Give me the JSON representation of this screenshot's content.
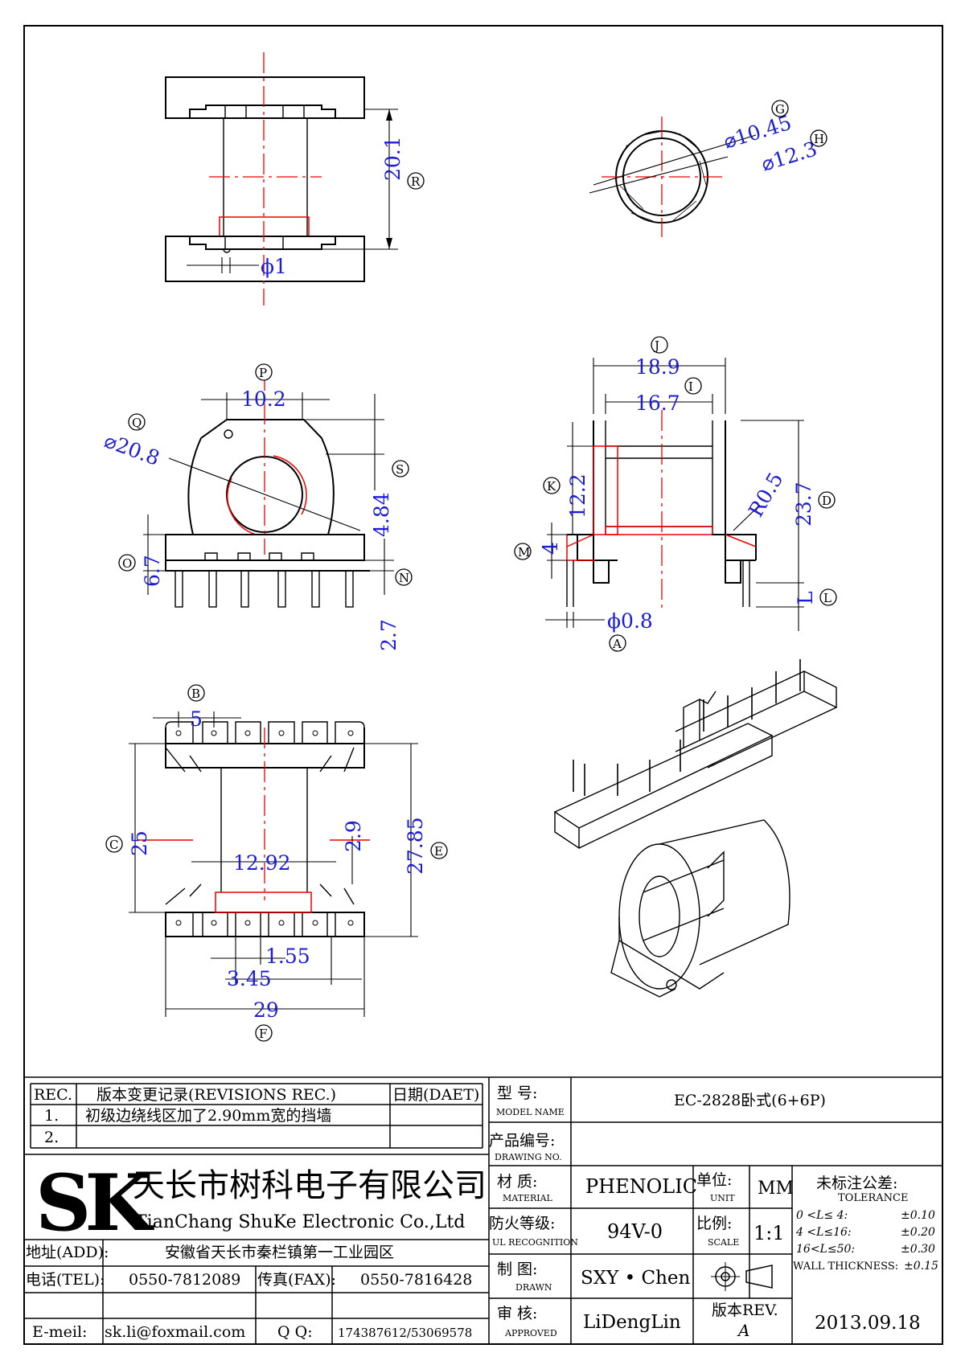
{
  "dims": {
    "top_height": "20.1",
    "pin_hole": "ϕ1",
    "inner_dia": "⌀10.45",
    "outer_dia": "⌀12.3",
    "width_p": "10.2",
    "dia_q": "⌀20.8",
    "s_val": "4.84",
    "o_val": "6.7",
    "pin_len": "2.7",
    "j_val": "18.9",
    "i_val": "16.7",
    "k_val": "12.2",
    "m_val": "4",
    "radius": "R0.5",
    "d_val": "23.7",
    "l_val": "L",
    "pin_dia": "ϕ0.8",
    "b_val": "5",
    "c_val": "25",
    "slot_w": "2.9",
    "inner_w": "12.92",
    "e_val": "27.85",
    "pitch_small": "1.55",
    "pitch": "3.45",
    "total_w": "29"
  },
  "callouts": [
    "R",
    "G",
    "H",
    "P",
    "Q",
    "S",
    "O",
    "N",
    "J",
    "I",
    "K",
    "M",
    "D",
    "L",
    "A",
    "B",
    "C",
    "E",
    "F"
  ],
  "revisions": {
    "h_rec": "REC.",
    "h_desc": "版本变更记录(REVISIONS REC.)",
    "h_date": "日期(DAET)",
    "r1_no": "1.",
    "r1_desc": "初级边绕线区加了2.90mm宽的挡墙",
    "r2_no": "2."
  },
  "company": {
    "logo": "SK",
    "name_cn": "天长市树科电子有限公司",
    "name_en": "TianChang ShuKe Electronic Co.,Ltd",
    "addr_label": "地址(ADD):",
    "addr": "安徽省天长市秦栏镇第一工业园区",
    "tel_label": "电话(TEL):",
    "tel": "0550-7812089",
    "fax_label": "传真(FAX):",
    "fax": "0550-7816428",
    "mail_label": "E-meil:",
    "mail": "sk.li@foxmail.com",
    "qq_label": "Q Q:",
    "qq": "174387612/53069578"
  },
  "titleblock": {
    "model_label": "型    号:",
    "model_sub": "MODEL NAME",
    "model": "EC-2828卧式(6+6P)",
    "drawing_label": "产品编号:",
    "drawing_sub": "DRAWING NO.",
    "material_label": "材    质:",
    "material_sub": "MATERIAL",
    "material": "PHENOLIC",
    "unit_label": "单位:",
    "unit_sub": "UNIT",
    "unit": "MM",
    "fire_label": "防火等级:",
    "fire_sub": "UL RECOGNITION",
    "fire": "94V-0",
    "scale_label": "比例:",
    "scale_sub": "SCALE",
    "scale": "1:1",
    "drawn_label": "制    图:",
    "drawn_sub": "DRAWN",
    "drawn": "SXY • Chen",
    "approved_label": "审    核:",
    "approved_sub": "APPROVED",
    "approved": "LiDengLin",
    "rev_label": "版本REV.",
    "rev": "A",
    "date": "2013.09.18",
    "tol_title": "未标注公差:",
    "tol_sub": "TOLERANCE",
    "tol": [
      {
        "range": "0  <L≤ 4:",
        "value": "±0.10"
      },
      {
        "range": "4  <L≤16:",
        "value": "±0.20"
      },
      {
        "range": "16<L≤50:",
        "value": "±0.30"
      }
    ],
    "wall_label": "WALL THICKNESS:",
    "wall": "±0.15"
  }
}
